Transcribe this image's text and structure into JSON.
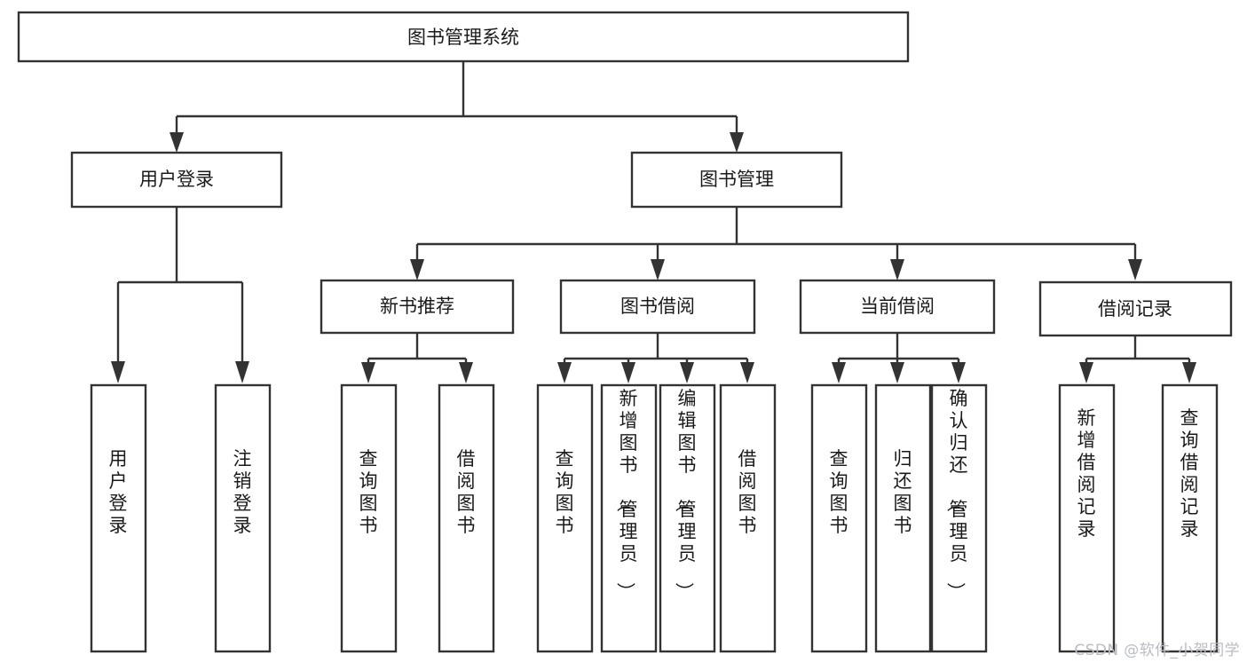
{
  "diagram": {
    "type": "tree-hierarchy",
    "title": "图书管理系统",
    "orientation": "top-down",
    "colors": {
      "box_fill": "#ffffff",
      "box_stroke": "#333333",
      "text": "#1a1a1a",
      "connector": "#333333",
      "watermark": "#b9bcc2",
      "background": "#ffffff"
    },
    "levels": {
      "root": "图书管理系统",
      "level2": [
        "用户登录",
        "图书管理"
      ],
      "level3": [
        "新书推荐",
        "图书借阅",
        "当前借阅",
        "借阅记录"
      ]
    },
    "nodes": {
      "root": {
        "label": "图书管理系统"
      },
      "user_login": {
        "label": "用户登录"
      },
      "book_manage": {
        "label": "图书管理"
      },
      "new_book_rec": {
        "label": "新书推荐"
      },
      "book_borrow": {
        "label": "图书借阅"
      },
      "current_borrow": {
        "label": "当前借阅"
      },
      "borrow_record": {
        "label": "借阅记录"
      }
    },
    "leaves": {
      "user_login": [
        {
          "label": "用户登录"
        },
        {
          "label": "注销登录"
        }
      ],
      "new_book_rec": [
        {
          "label": "查询图书"
        },
        {
          "label": "借阅图书"
        }
      ],
      "book_borrow": [
        {
          "label": "查询图书"
        },
        {
          "label": "新增图书（管理员）"
        },
        {
          "label": "编辑图书（管理员）"
        },
        {
          "label": "借阅图书"
        }
      ],
      "current_borrow": [
        {
          "label": "查询图书"
        },
        {
          "label": "归还图书"
        },
        {
          "label": "确认归还（管理员）"
        }
      ],
      "borrow_record": [
        {
          "label": "新增借阅记录"
        },
        {
          "label": "查询借阅记录"
        }
      ]
    }
  },
  "watermark": {
    "text": "CSDN @软件_小贺同学"
  }
}
